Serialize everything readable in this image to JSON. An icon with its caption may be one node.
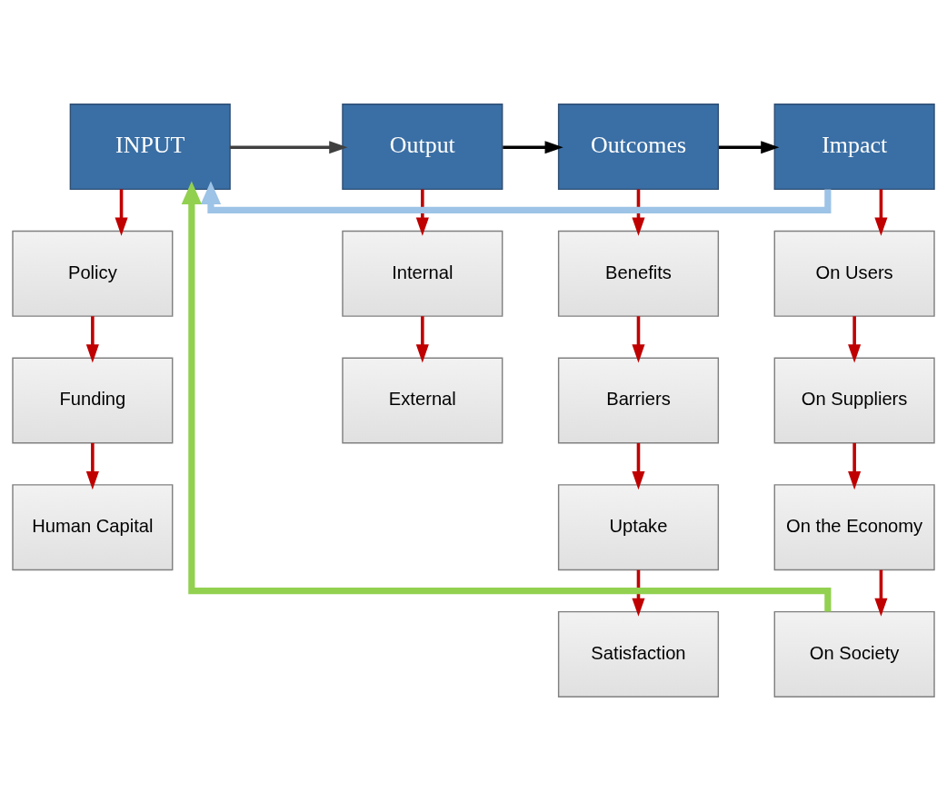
{
  "diagram": {
    "nodes": [
      {
        "text": [
          "INPUT"
        ]
      },
      {
        "text": [
          "Output"
        ]
      },
      {
        "text": [
          "Outcomes"
        ]
      },
      {
        "text": [
          "Impact"
        ]
      },
      {
        "text": [
          "Policy"
        ]
      },
      {
        "text": [
          "Funding"
        ]
      },
      {
        "text": [
          "Human Capital"
        ]
      },
      {
        "text": [
          "Internal"
        ]
      },
      {
        "text": [
          "External"
        ]
      },
      {
        "text": [
          "Benefits"
        ]
      },
      {
        "text": [
          "Barriers"
        ]
      },
      {
        "text": [
          "Uptake"
        ]
      },
      {
        "text": [
          "Satisfaction"
        ]
      },
      {
        "text": [
          "On Users"
        ]
      },
      {
        "text": [
          "On Suppliers"
        ]
      },
      {
        "text": [
          "On the Economy"
        ]
      },
      {
        "text": [
          "On Society"
        ]
      }
    ],
    "edges": [
      {
        "from": 0,
        "to": 1,
        "arrow": "to",
        "color": "#404040"
      },
      {
        "from": 1,
        "to": 2,
        "arrow": "to",
        "color": "#000000"
      },
      {
        "from": 2,
        "to": 3,
        "arrow": "to",
        "color": "#000000"
      },
      {
        "from": 3,
        "to": 0,
        "arrow": "to",
        "style": "thick",
        "color": "#9dc3e6"
      },
      {
        "from": 16,
        "to": 0,
        "arrow": "to",
        "style": "thick",
        "color": "#92d050"
      },
      {
        "from": 0,
        "to": 4,
        "arrow": "to"
      },
      {
        "from": 4,
        "to": 5,
        "arrow": "to"
      },
      {
        "from": 5,
        "to": 6,
        "arrow": "to"
      },
      {
        "from": 1,
        "to": 7,
        "arrow": "to"
      },
      {
        "from": 7,
        "to": 8,
        "arrow": "to"
      },
      {
        "from": 2,
        "to": 9,
        "arrow": "to"
      },
      {
        "from": 9,
        "to": 10,
        "arrow": "to"
      },
      {
        "from": 10,
        "to": 11,
        "arrow": "to"
      },
      {
        "from": 11,
        "to": 12,
        "arrow": "to"
      },
      {
        "from": 3,
        "to": 13,
        "arrow": "to"
      },
      {
        "from": 13,
        "to": 14,
        "arrow": "to"
      },
      {
        "from": 14,
        "to": 15,
        "arrow": "to"
      },
      {
        "from": 15,
        "to": 16,
        "arrow": "to"
      }
    ]
  }
}
